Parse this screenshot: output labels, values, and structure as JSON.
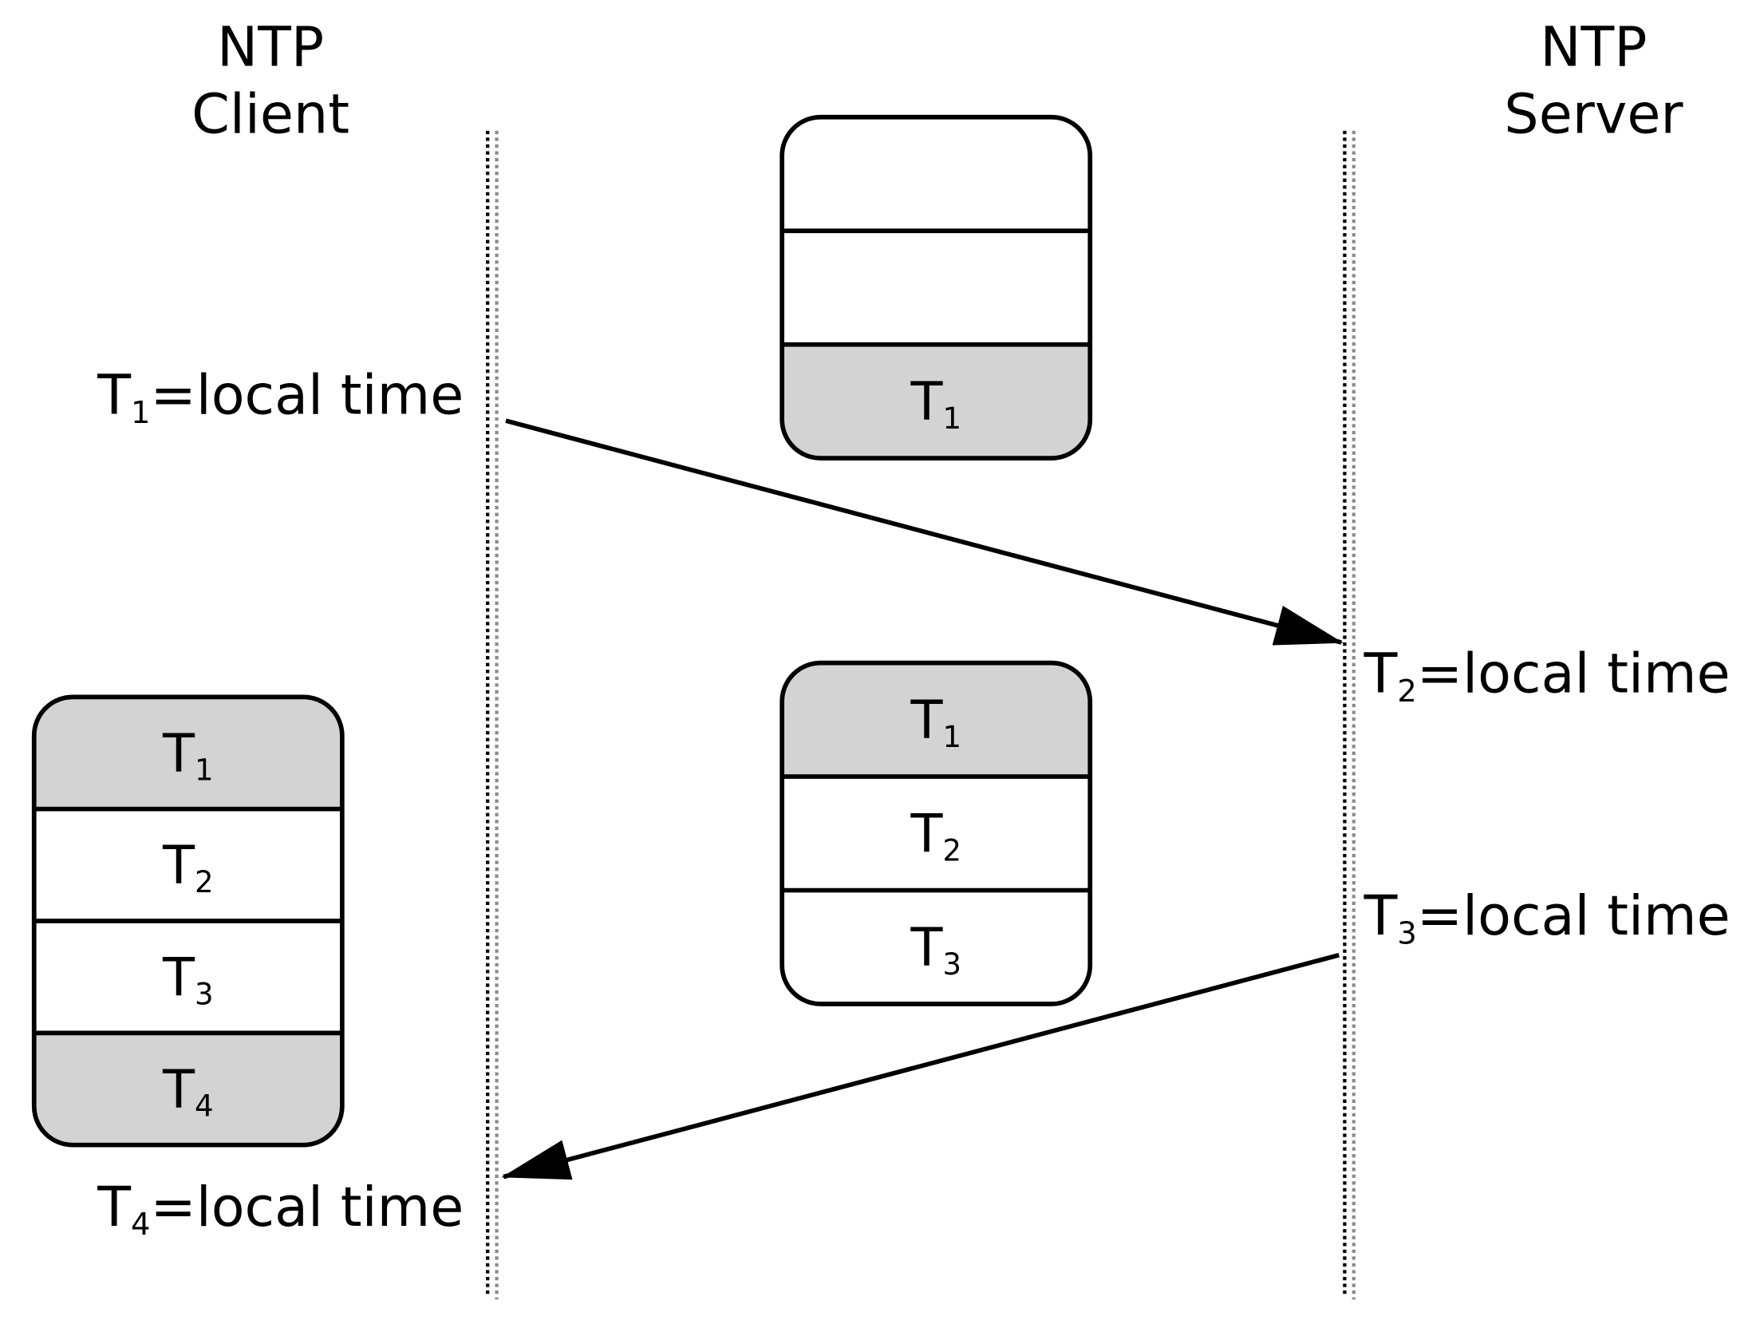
{
  "client": {
    "heading_line1": "NTP",
    "heading_line2": "Client"
  },
  "server": {
    "heading_line1": "NTP",
    "heading_line2": "Server"
  },
  "events": {
    "t1": {
      "sym": "T",
      "sub": "1",
      "rest": "=local time"
    },
    "t2": {
      "sym": "T",
      "sub": "2",
      "rest": "=local time"
    },
    "t3": {
      "sym": "T",
      "sub": "3",
      "rest": "=local time"
    },
    "t4": {
      "sym": "T",
      "sub": "4",
      "rest": "=local time"
    }
  },
  "packets": {
    "request": {
      "fields": [
        {
          "sym": "",
          "sub": "",
          "shaded": false
        },
        {
          "sym": "",
          "sub": "",
          "shaded": false
        },
        {
          "sym": "T",
          "sub": "1",
          "shaded": true
        }
      ]
    },
    "response": {
      "fields": [
        {
          "sym": "T",
          "sub": "1",
          "shaded": true
        },
        {
          "sym": "T",
          "sub": "2",
          "shaded": false
        },
        {
          "sym": "T",
          "sub": "3",
          "shaded": false
        }
      ]
    },
    "client_record": {
      "fields": [
        {
          "sym": "T",
          "sub": "1",
          "shaded": true
        },
        {
          "sym": "T",
          "sub": "2",
          "shaded": false
        },
        {
          "sym": "T",
          "sub": "3",
          "shaded": false
        },
        {
          "sym": "T",
          "sub": "4",
          "shaded": true
        }
      ]
    }
  },
  "colors": {
    "line": "#000000",
    "shade": "#d3d3d3",
    "fill": "#ffffff",
    "timeline_gray": "#8c8c8c"
  }
}
